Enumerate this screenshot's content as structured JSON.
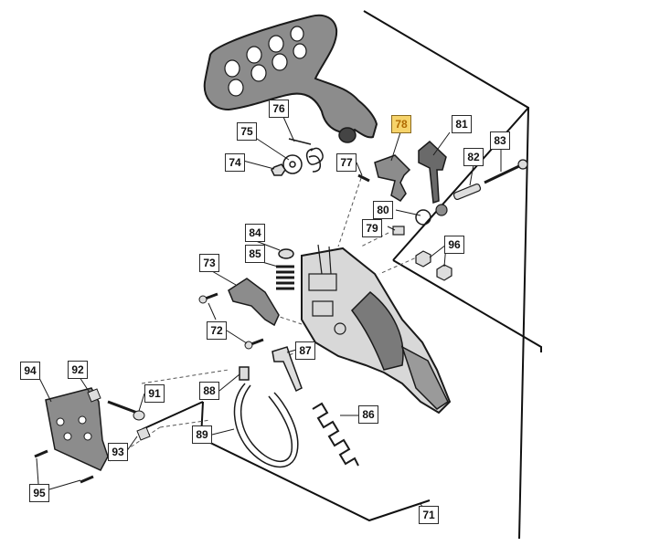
{
  "callouts": {
    "c71": "71",
    "c72": "72",
    "c73": "73",
    "c74": "74",
    "c75": "75",
    "c76": "76",
    "c77": "77",
    "c78": "78",
    "c79": "79",
    "c80": "80",
    "c81": "81",
    "c82": "82",
    "c83": "83",
    "c84": "84",
    "c85": "85",
    "c86": "86",
    "c87": "87",
    "c88": "88",
    "c89": "89",
    "c91": "91",
    "c92": "92",
    "c93": "93",
    "c94": "94",
    "c95": "95",
    "c96": "96"
  },
  "highlighted": "78",
  "colors": {
    "highlight_fill": "#f6d36a",
    "highlight_text": "#b06a00",
    "part_fill": "#8c8c8c",
    "line": "#1a1a1a"
  }
}
